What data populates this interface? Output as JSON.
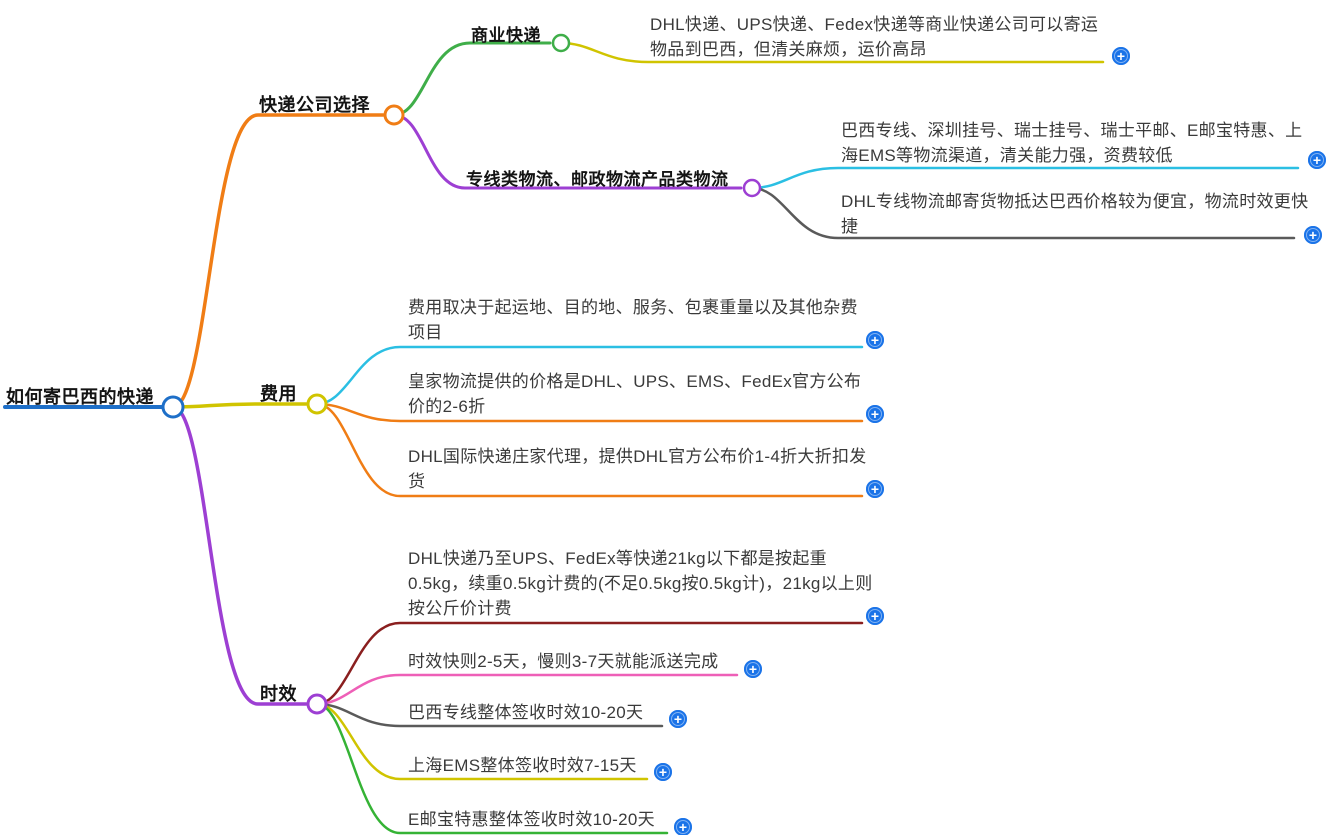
{
  "ui": {
    "add_glyph": "+"
  },
  "colors": {
    "root_blue": "#1e6fc8",
    "branch_orange": "#f07d15",
    "green": "#3fae49",
    "yellow": "#d0c400",
    "purple": "#9d3fd3",
    "cyan": "#2bbfe3",
    "gray": "#5a5a5a",
    "dark_red": "#8a1f1f",
    "pink": "#ee5fb7",
    "bottom_green": "#35b335",
    "add_icon_blue": "#1a73e8"
  },
  "root": {
    "label": "如何寄巴西的快递"
  },
  "branches": [
    {
      "label": "快递公司选择",
      "children": [
        {
          "label": "商业快递",
          "leaves": [
            {
              "text": "DHL快递、UPS快递、Fedex快递等商业快递公司可以寄运物品到巴西，但清关麻烦，运价高昂"
            }
          ]
        },
        {
          "label": "专线类物流、邮政物流产品类物流",
          "leaves": [
            {
              "text": "巴西专线、深圳挂号、瑞士挂号、瑞士平邮、E邮宝特惠、上海EMS等物流渠道，清关能力强，资费较低"
            },
            {
              "text": "DHL专线物流邮寄货物抵达巴西价格较为便宜，物流时效更快捷"
            }
          ]
        }
      ]
    },
    {
      "label": "费用",
      "leaves": [
        {
          "text": "费用取决于起运地、目的地、服务、包裹重量以及其他杂费项目"
        },
        {
          "text": "皇家物流提供的价格是DHL、UPS、EMS、FedEx官方公布价的2-6折"
        },
        {
          "text": "DHL国际快递庄家代理，提供DHL官方公布价1-4折大折扣发货"
        }
      ]
    },
    {
      "label": "时效",
      "leaves": [
        {
          "text": "DHL快递乃至UPS、FedEx等快递21kg以下都是按起重0.5kg，续重0.5kg计费的(不足0.5kg按0.5kg计)，21kg以上则按公斤价计费"
        },
        {
          "text": "时效快则2-5天，慢则3-7天就能派送完成"
        },
        {
          "text": "巴西专线整体签收时效10-20天"
        },
        {
          "text": "上海EMS整体签收时效7-15天"
        },
        {
          "text": "E邮宝特惠整体签收时效10-20天"
        }
      ]
    }
  ]
}
